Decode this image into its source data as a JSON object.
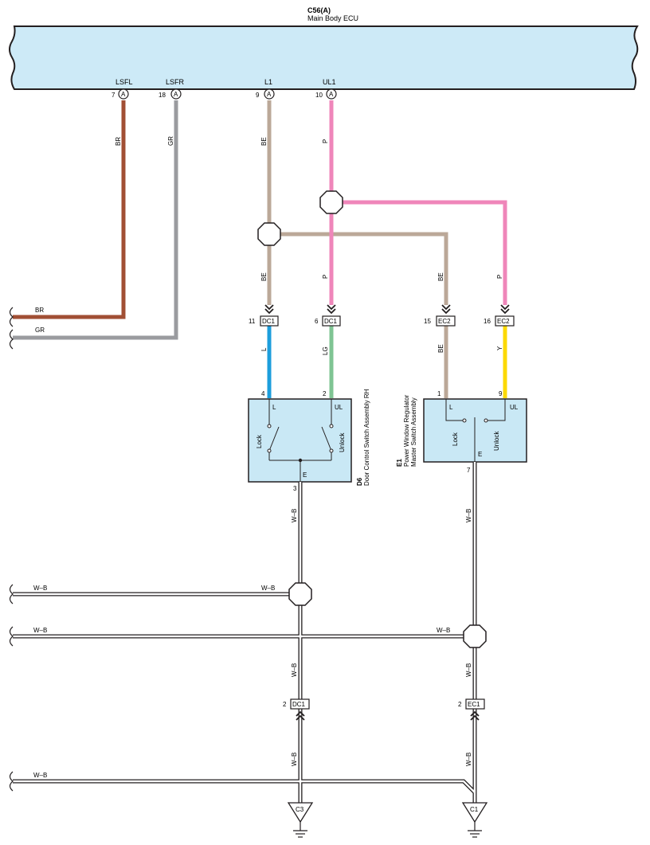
{
  "ecu": {
    "code": "C56(A)",
    "name": "Main Body ECU",
    "pins": [
      {
        "num": "7",
        "name": "LSFL",
        "letter": "A"
      },
      {
        "num": "18",
        "name": "LSFR",
        "letter": "A"
      },
      {
        "num": "9",
        "name": "L1",
        "letter": "A"
      },
      {
        "num": "10",
        "name": "UL1",
        "letter": "A"
      }
    ]
  },
  "colors": {
    "ecu_fill": "#cdeaf7",
    "switch_fill": "#c9e8f5",
    "br": "#a14f34",
    "gr": "#9a9b9f",
    "be": "#bba898",
    "p": "#ef86ba",
    "l": "#1c9edc",
    "lg": "#7fc493",
    "y": "#fcd903",
    "outline": "#231f20"
  },
  "wire_labels": {
    "br": "BR",
    "gr": "GR",
    "be": "BE",
    "p": "P",
    "l": "L",
    "lg": "LG",
    "y": "Y",
    "wb": "W–B"
  },
  "connectors": {
    "dc1_11": {
      "pin": "11",
      "code": "DC1"
    },
    "dc1_6": {
      "pin": "6",
      "code": "DC1"
    },
    "ec2_15": {
      "pin": "15",
      "code": "EC2"
    },
    "ec2_16": {
      "pin": "16",
      "code": "EC2"
    },
    "dc1_2": {
      "pin": "2",
      "code": "DC1"
    },
    "ec1_2": {
      "pin": "2",
      "code": "EC1"
    }
  },
  "door_switch": {
    "code": "D6",
    "name": "Door Control Switch Assembly RH",
    "pin_l": "4",
    "pin_ul": "2",
    "pin_e": "3",
    "term_l": "L",
    "term_ul": "UL",
    "term_e": "E",
    "lock": "Lock",
    "unlock": "Unlock"
  },
  "master_switch": {
    "code": "E1",
    "name_line1": "Power Window Regulator",
    "name_line2": "Master Switch Assembly",
    "pin_l": "1",
    "pin_ul": "9",
    "pin_e": "7",
    "term_l": "L",
    "term_ul": "UL",
    "term_e": "E",
    "lock": "Lock",
    "unlock": "Unlock"
  },
  "grounds": {
    "c3": "C3",
    "c1": "C1"
  }
}
